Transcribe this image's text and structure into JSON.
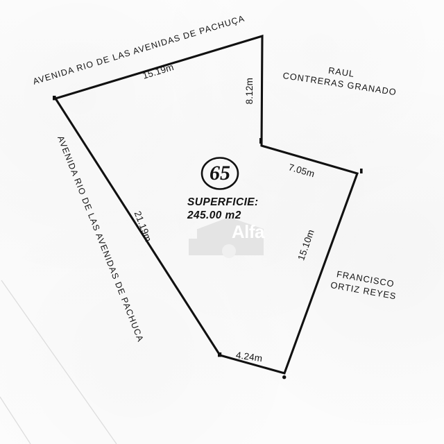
{
  "document": {
    "type": "cadastral-plot-plan",
    "lot_number": "65",
    "surface_label": "SUPERFICIE:",
    "surface_value": "245.00  m2",
    "background_color": "#fcfcfc",
    "ink_color": "#111111"
  },
  "boundaries": [
    {
      "id": "north",
      "dimension": "15.19m",
      "street_name": "AVENIDA RIO DE LAS AVENIDAS DE PACHUCA"
    },
    {
      "id": "northeast",
      "dimension": "8.12m",
      "street_name": ""
    },
    {
      "id": "east-upper",
      "dimension": "7.05m",
      "street_name": ""
    },
    {
      "id": "southeast",
      "dimension": "15.10m",
      "street_name": ""
    },
    {
      "id": "south",
      "dimension": "4.24m",
      "street_name": ""
    },
    {
      "id": "west",
      "dimension": "21.19m",
      "street_name": "AVENIDA RIO DE LAS AVENIDAS DE PACHUCA"
    }
  ],
  "dimensions": {
    "north": "15.19m",
    "northeast": "8.12m",
    "east_upper": "7.05m",
    "southeast": "15.10m",
    "south": "4.24m",
    "west": "21.19m"
  },
  "street_labels": {
    "north": "AVENIDA RIO DE LAS AVENIDAS DE PACHUÇA",
    "west": "AVENIDA RIO DE LAS AVENIDAS DE PACHUCA"
  },
  "neighbors": [
    {
      "id": "northeast-neighbor",
      "line1": "RAUL",
      "line2": "CONTRERAS GRANADO"
    },
    {
      "id": "southeast-neighbor",
      "line1": "FRANCISCO",
      "line2": "ORTIZ  REYES"
    }
  ],
  "watermark": {
    "text": "Alfa",
    "icon": "house-icon",
    "color": "#e2e2e2"
  }
}
